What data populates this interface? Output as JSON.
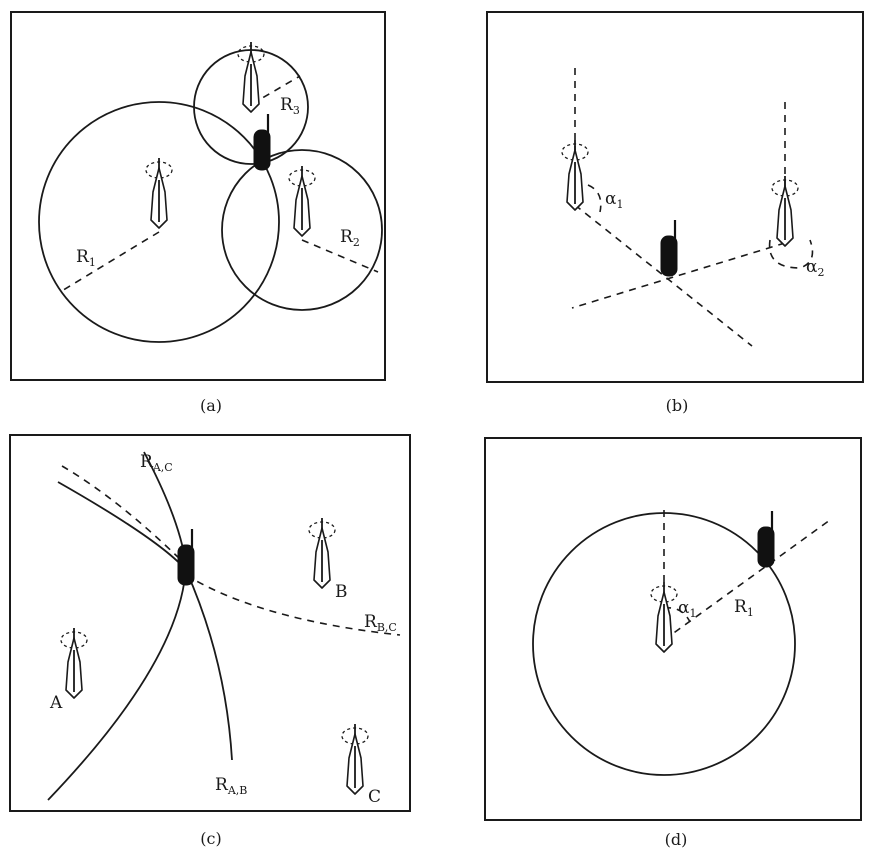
{
  "panels": {
    "a": {
      "caption": "(a)",
      "labels": {
        "r1": "R",
        "r1_sub": "1",
        "r2": "R",
        "r2_sub": "2",
        "r3": "R",
        "r3_sub": "3"
      }
    },
    "b": {
      "caption": "(b)",
      "labels": {
        "alpha1": "α",
        "alpha1_sub": "1",
        "alpha2": "α",
        "alpha2_sub": "2"
      }
    },
    "c": {
      "caption": "(c)",
      "labels": {
        "rac": "R",
        "rac_sub": "A,C",
        "rbc": "R",
        "rbc_sub": "B,C",
        "rab": "R",
        "rab_sub": "A,B",
        "a": "A",
        "b": "B",
        "c": "C"
      }
    },
    "d": {
      "caption": "(d)",
      "labels": {
        "alpha1": "α",
        "alpha1_sub": "1",
        "r1": "R",
        "r1_sub": "1"
      }
    }
  }
}
